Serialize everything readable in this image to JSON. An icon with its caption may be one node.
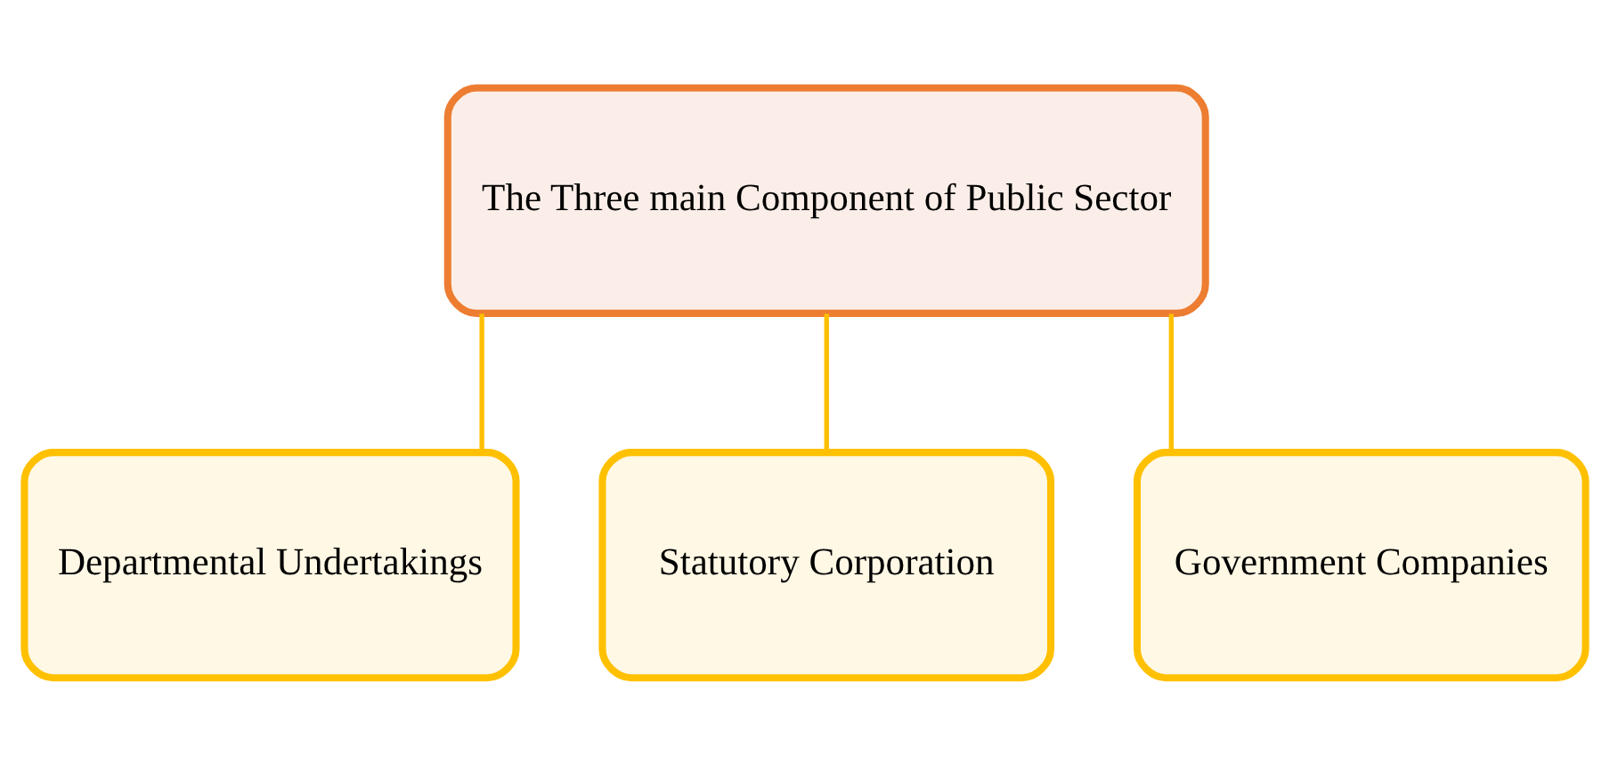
{
  "diagram": {
    "nodes": [
      {
        "text": [
          "The Three main Component of Public Sector"
        ]
      },
      {
        "text": [
          "Departmental Undertakings"
        ]
      },
      {
        "text": [
          "Statutory Corporation"
        ]
      },
      {
        "text": [
          "Government Companies"
        ]
      }
    ],
    "edges": [
      {
        "from": 0,
        "to": 1,
        "arrow": "none"
      },
      {
        "from": 0,
        "to": 2,
        "arrow": "none"
      },
      {
        "from": 0,
        "to": 3,
        "arrow": "none"
      }
    ]
  }
}
